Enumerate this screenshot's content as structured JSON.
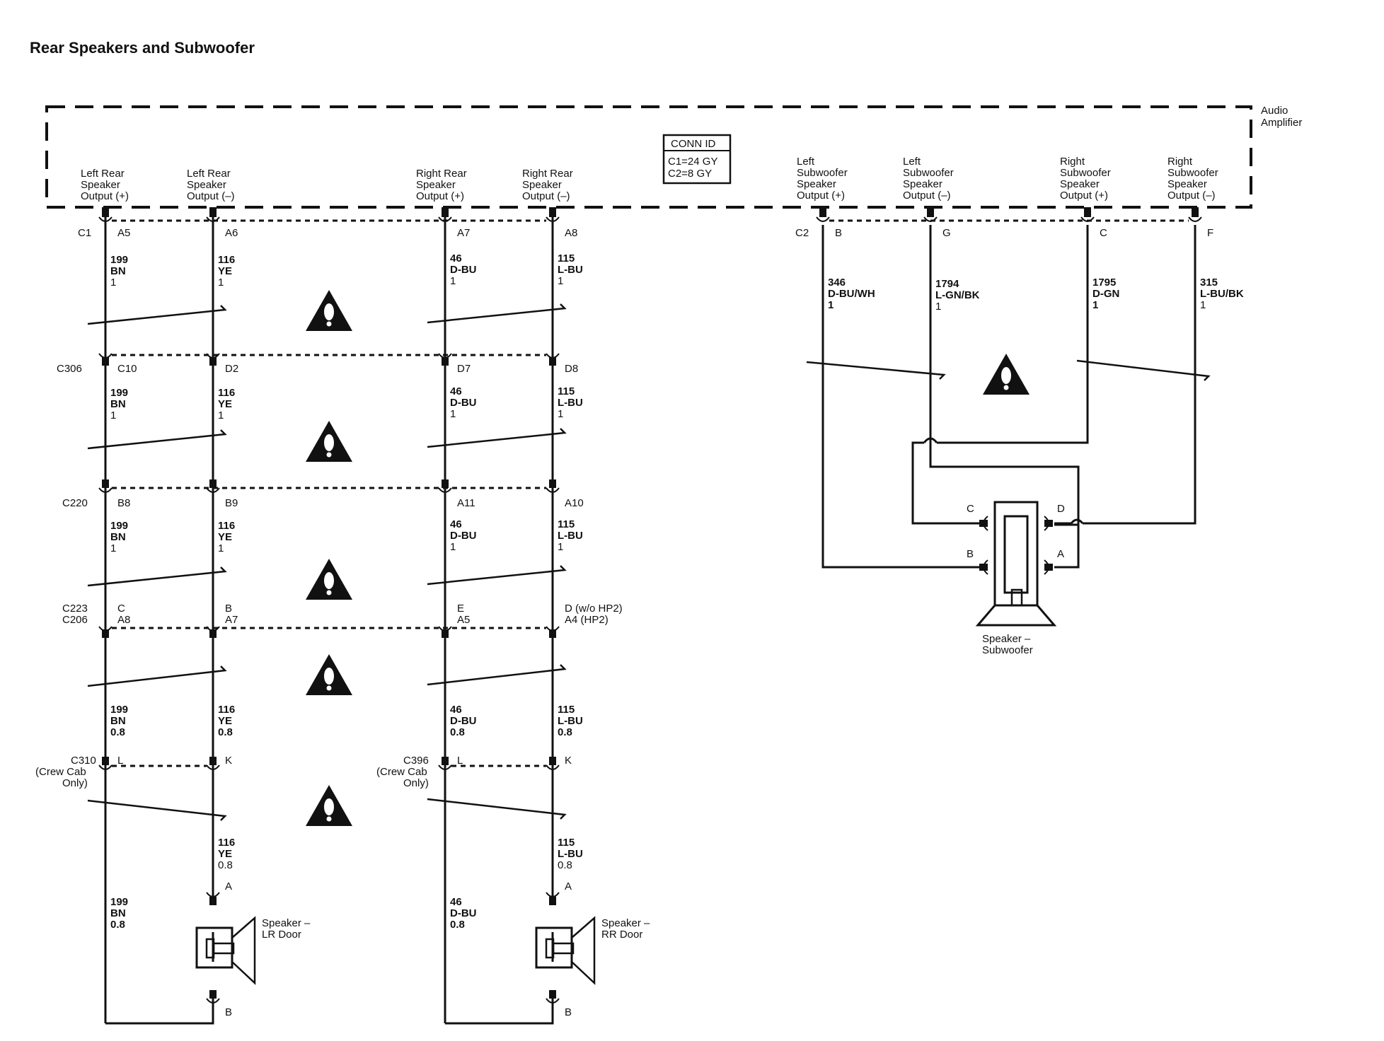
{
  "title": "Rear Speakers and Subwoofer",
  "amplifier": {
    "label_line1": "Audio",
    "label_line2": "Amplifier"
  },
  "conn_id": {
    "header": "CONN ID",
    "c1": "C1=24 GY",
    "c2": "C2=8 GY"
  },
  "outputs": {
    "lr_pos": [
      "Left Rear",
      "Speaker",
      "Output (+)"
    ],
    "lr_neg": [
      "Left Rear",
      "Speaker",
      "Output (–)"
    ],
    "rr_pos": [
      "Right Rear",
      "Speaker",
      "Output (+)"
    ],
    "rr_neg": [
      "Right Rear",
      "Speaker",
      "Output (–)"
    ],
    "ls_pos": [
      "Left",
      "Subwoofer",
      "Speaker",
      "Output (+)"
    ],
    "ls_neg": [
      "Left",
      "Subwoofer",
      "Speaker",
      "Output (–)"
    ],
    "rs_pos": [
      "Right",
      "Subwoofer",
      "Speaker",
      "Output (+)"
    ],
    "rs_neg": [
      "Right",
      "Subwoofer",
      "Speaker",
      "Output (–)"
    ]
  },
  "connectors": {
    "c1": {
      "name": "C1",
      "pins": [
        "A5",
        "A6",
        "A7",
        "A8"
      ]
    },
    "c306": {
      "name": "C306",
      "pins": [
        "C10",
        "D2",
        "D7",
        "D8"
      ]
    },
    "c220": {
      "name": "C220",
      "pins": [
        "B8",
        "B9",
        "A11",
        "A10"
      ]
    },
    "c223_c206": {
      "name1": "C223",
      "name2": "C206",
      "pins_a": [
        "C",
        "B",
        "E",
        "D (w/o HP2)"
      ],
      "pins_b": [
        "A8",
        "A7",
        "A5",
        "A4 (HP2)"
      ]
    },
    "c310": {
      "name": "C310",
      "note1": "(Crew Cab",
      "note2": "Only)",
      "pins": [
        "L",
        "K"
      ]
    },
    "c396": {
      "name": "C396",
      "note1": "(Crew Cab",
      "note2": "Only)",
      "pins": [
        "L",
        "K"
      ]
    },
    "c2": {
      "name": "C2",
      "pins": [
        "B",
        "G",
        "C",
        "F"
      ]
    }
  },
  "wires": {
    "lr_pos": {
      "circuit": "199",
      "color": "BN",
      "size": "1",
      "size_door": "0.8"
    },
    "lr_neg": {
      "circuit": "116",
      "color": "YE",
      "size": "1",
      "size_door": "0.8"
    },
    "rr_pos": {
      "circuit": "46",
      "color": "D-BU",
      "size": "1",
      "size_door": "0.8"
    },
    "rr_neg": {
      "circuit": "115",
      "color": "L-BU",
      "size": "1",
      "size_door": "0.8"
    },
    "ls_pos": {
      "circuit": "346",
      "color": "D-BU/WH",
      "size": "1"
    },
    "ls_neg": {
      "circuit": "1794",
      "color": "L-GN/BK",
      "size": "1"
    },
    "rs_pos": {
      "circuit": "1795",
      "color": "D-GN",
      "size": "1"
    },
    "rs_neg": {
      "circuit": "315",
      "color": "L-BU/BK",
      "size": "1"
    }
  },
  "speakers": {
    "lr_door": {
      "line1": "Speaker –",
      "line2": "LR Door",
      "pin_top": "A",
      "pin_bottom": "B"
    },
    "rr_door": {
      "line1": "Speaker –",
      "line2": "RR Door",
      "pin_top": "A",
      "pin_bottom": "B"
    },
    "subwoofer": {
      "line1": "Speaker –",
      "line2": "Subwoofer",
      "pins": [
        "C",
        "D",
        "B",
        "A"
      ]
    }
  },
  "warning_icon": "caution-triangle-icon"
}
